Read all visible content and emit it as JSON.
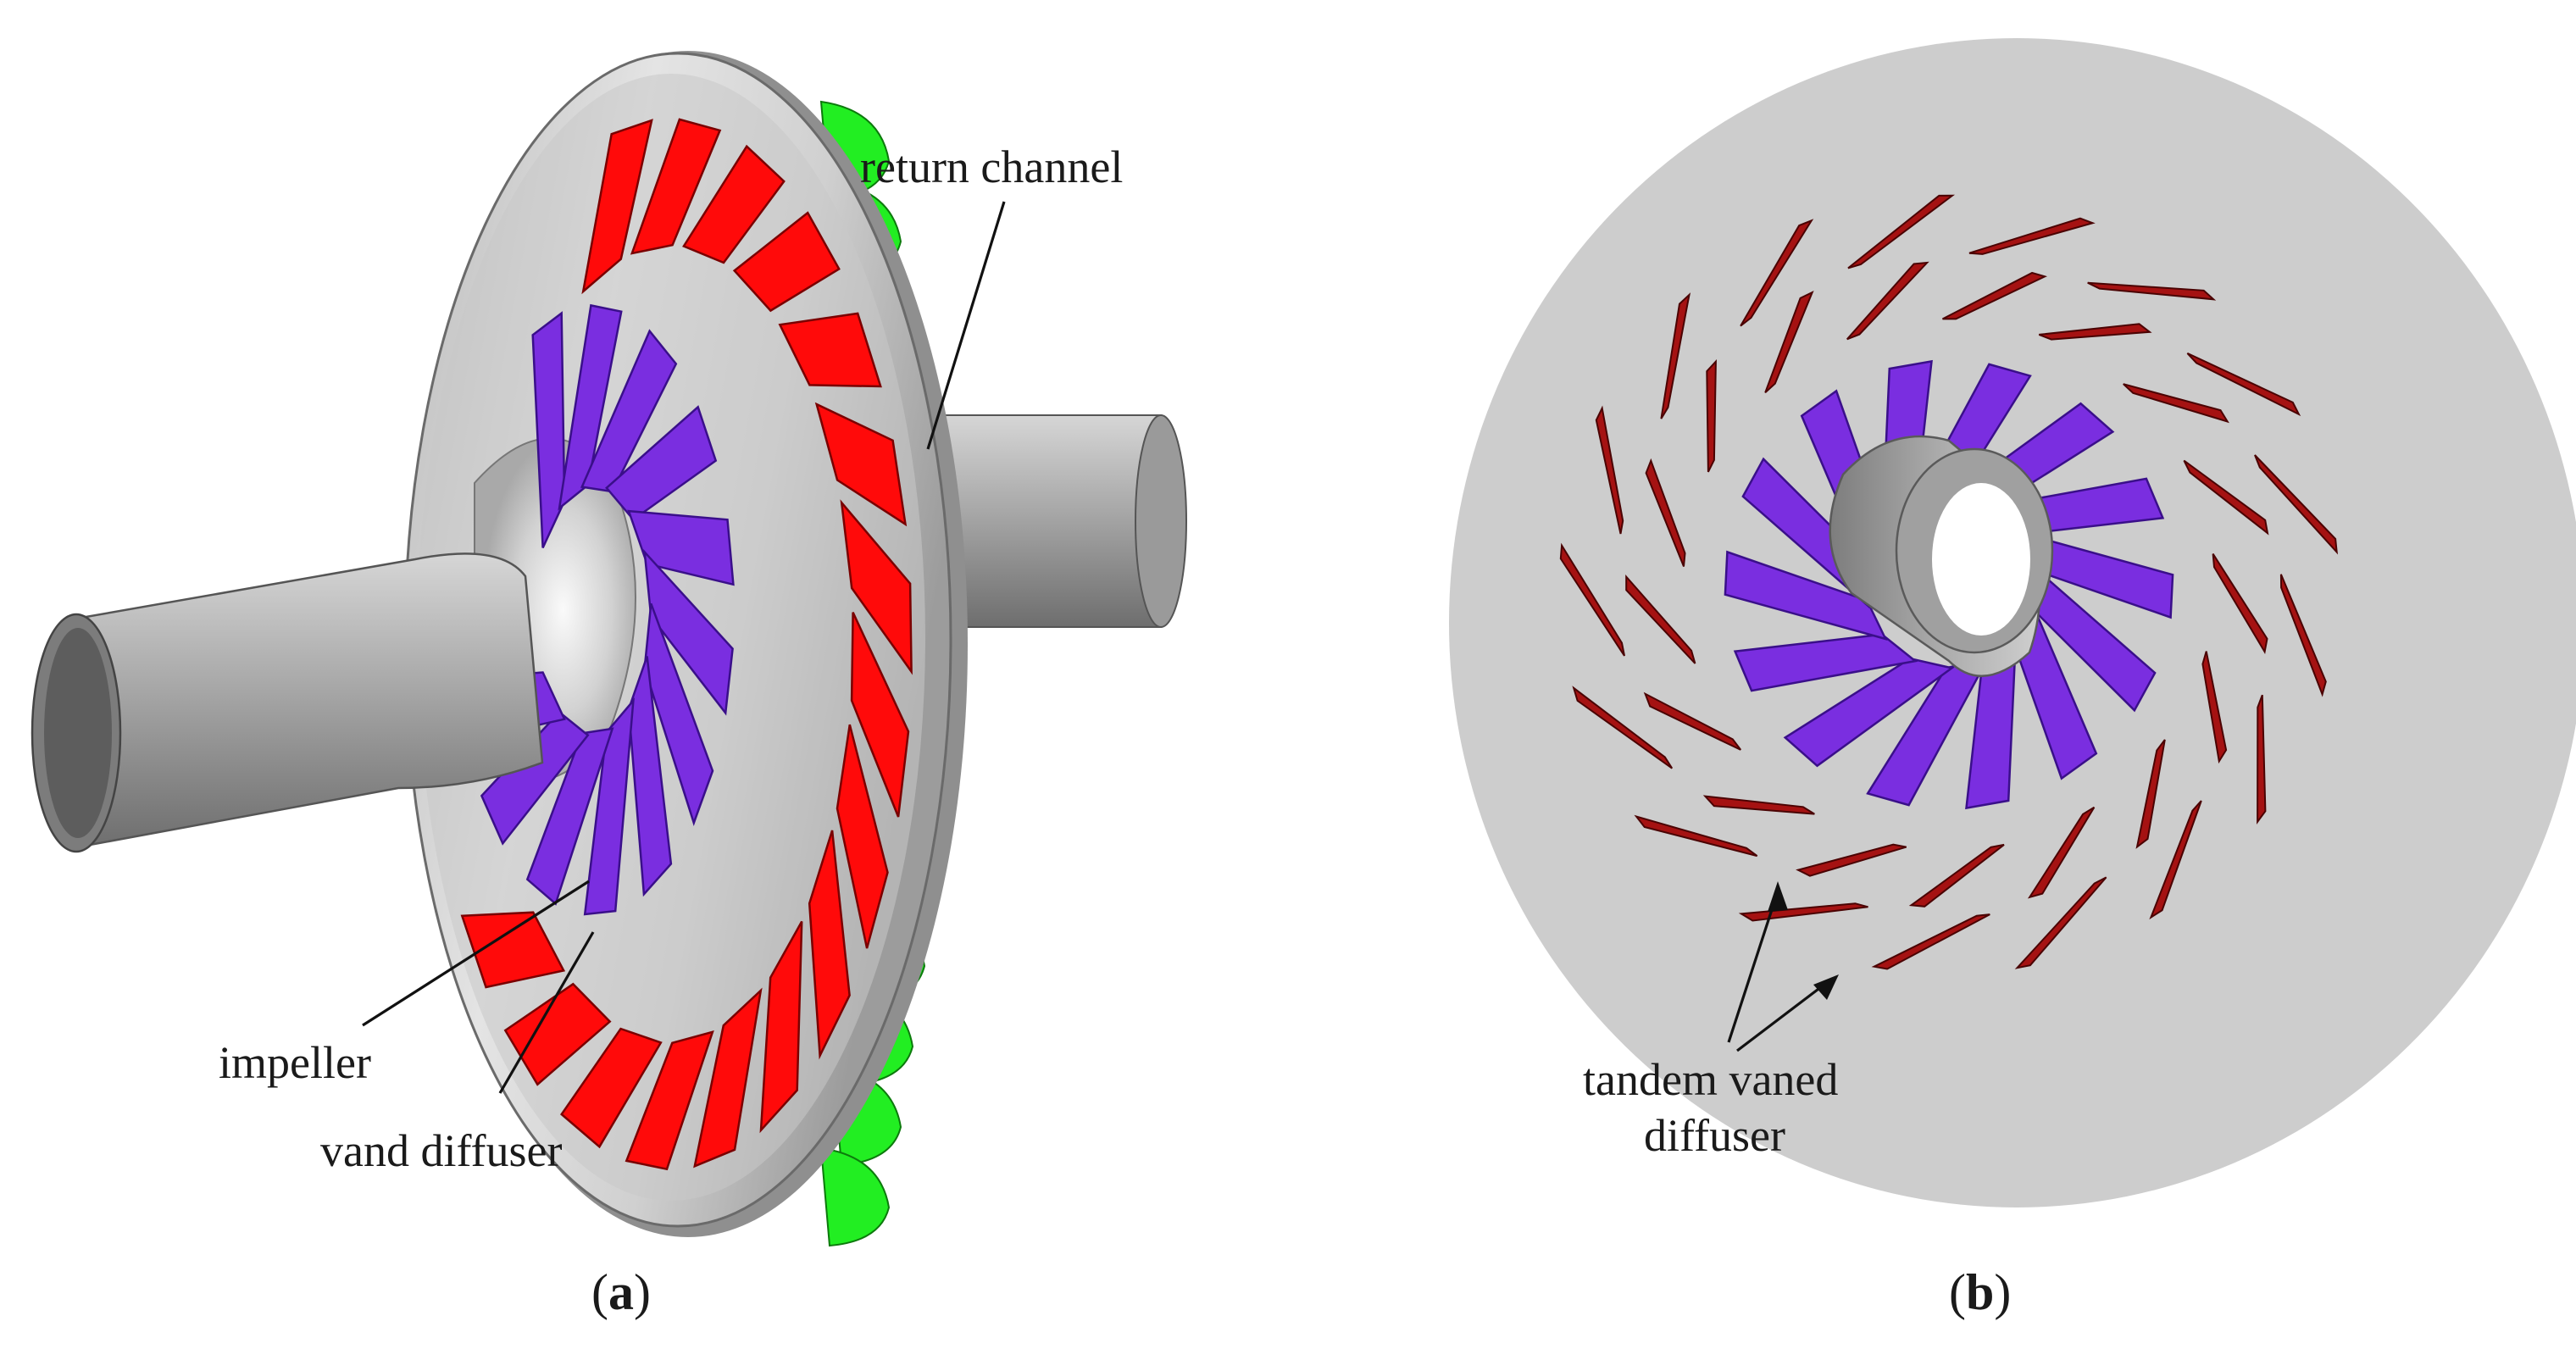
{
  "figure": {
    "panel_a": {
      "caption_letter": "a",
      "labels": {
        "return_channel": "return channel",
        "impeller": "impeller",
        "vane_diffuser": "vand diffuser"
      }
    },
    "panel_b": {
      "caption_letter": "b",
      "labels": {
        "tandem_line1": "tandem vaned",
        "tandem_line2": "diffuser"
      }
    }
  },
  "colors": {
    "impeller": "#7a2ee0",
    "impeller_edge": "#3a0f8a",
    "vane_diffuser": "#ff0a0a",
    "vane_diffuser_edge": "#7a0000",
    "return_channel": "#22ee22",
    "return_channel_edge": "#0c7a0c",
    "tandem_diffuser": "#a51212",
    "tandem_diffuser_edge": "#4a0303",
    "disk": "#c8c8c8",
    "shaft": "#9a9a9a"
  },
  "icons": {
    "panel_a": "centrifugal-stage-3d-model",
    "panel_b": "tandem-diffuser-front-view"
  }
}
